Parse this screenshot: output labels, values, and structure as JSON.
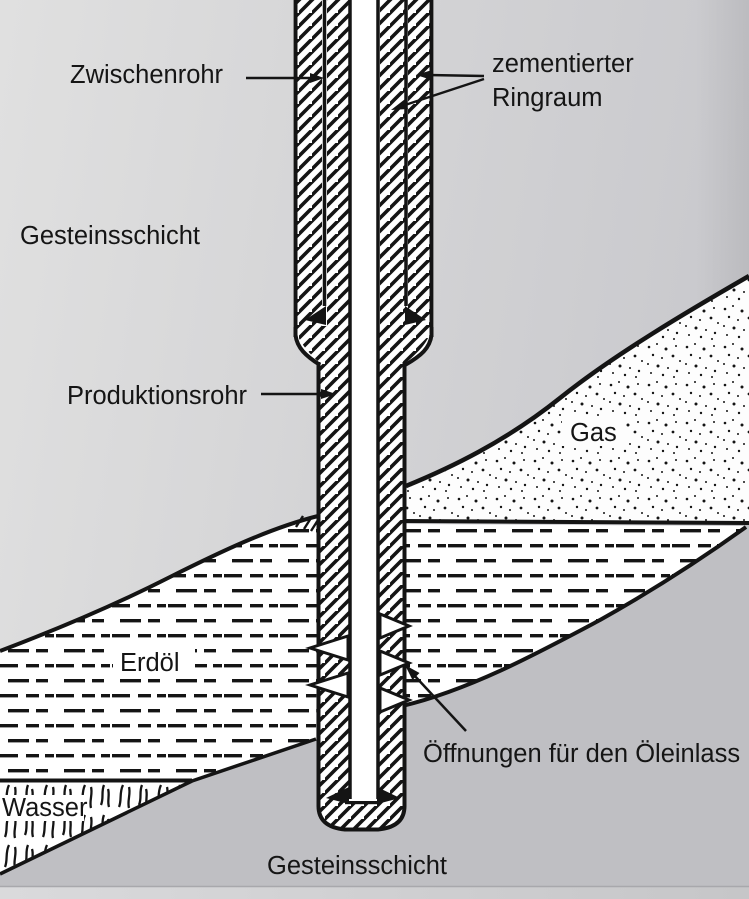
{
  "diagram": {
    "labels": {
      "zwischenrohr": "Zwischenrohr",
      "zementierter_ringraum_line1": "zementierter",
      "zementierter_ringraum_line2": "Ringraum",
      "gesteinsschicht_top": "Gesteinsschicht",
      "produktionsrohr": "Produktionsrohr",
      "gas": "Gas",
      "erdoel": "Erdöl",
      "oeffnungen": "Öffnungen für den Öleinlass",
      "wasser": "Wasser",
      "gesteinsschicht_bottom": "Gesteinsschicht"
    }
  },
  "colors": {
    "ink": "#141414",
    "rock_lower": "#bfbfc3",
    "background_light": "#e0e0e0",
    "background_mid": "#d3d3d5",
    "background_dark": "#c9c9cd",
    "paper": "#ffffff",
    "bottom_strip": "#d4d4d6"
  }
}
